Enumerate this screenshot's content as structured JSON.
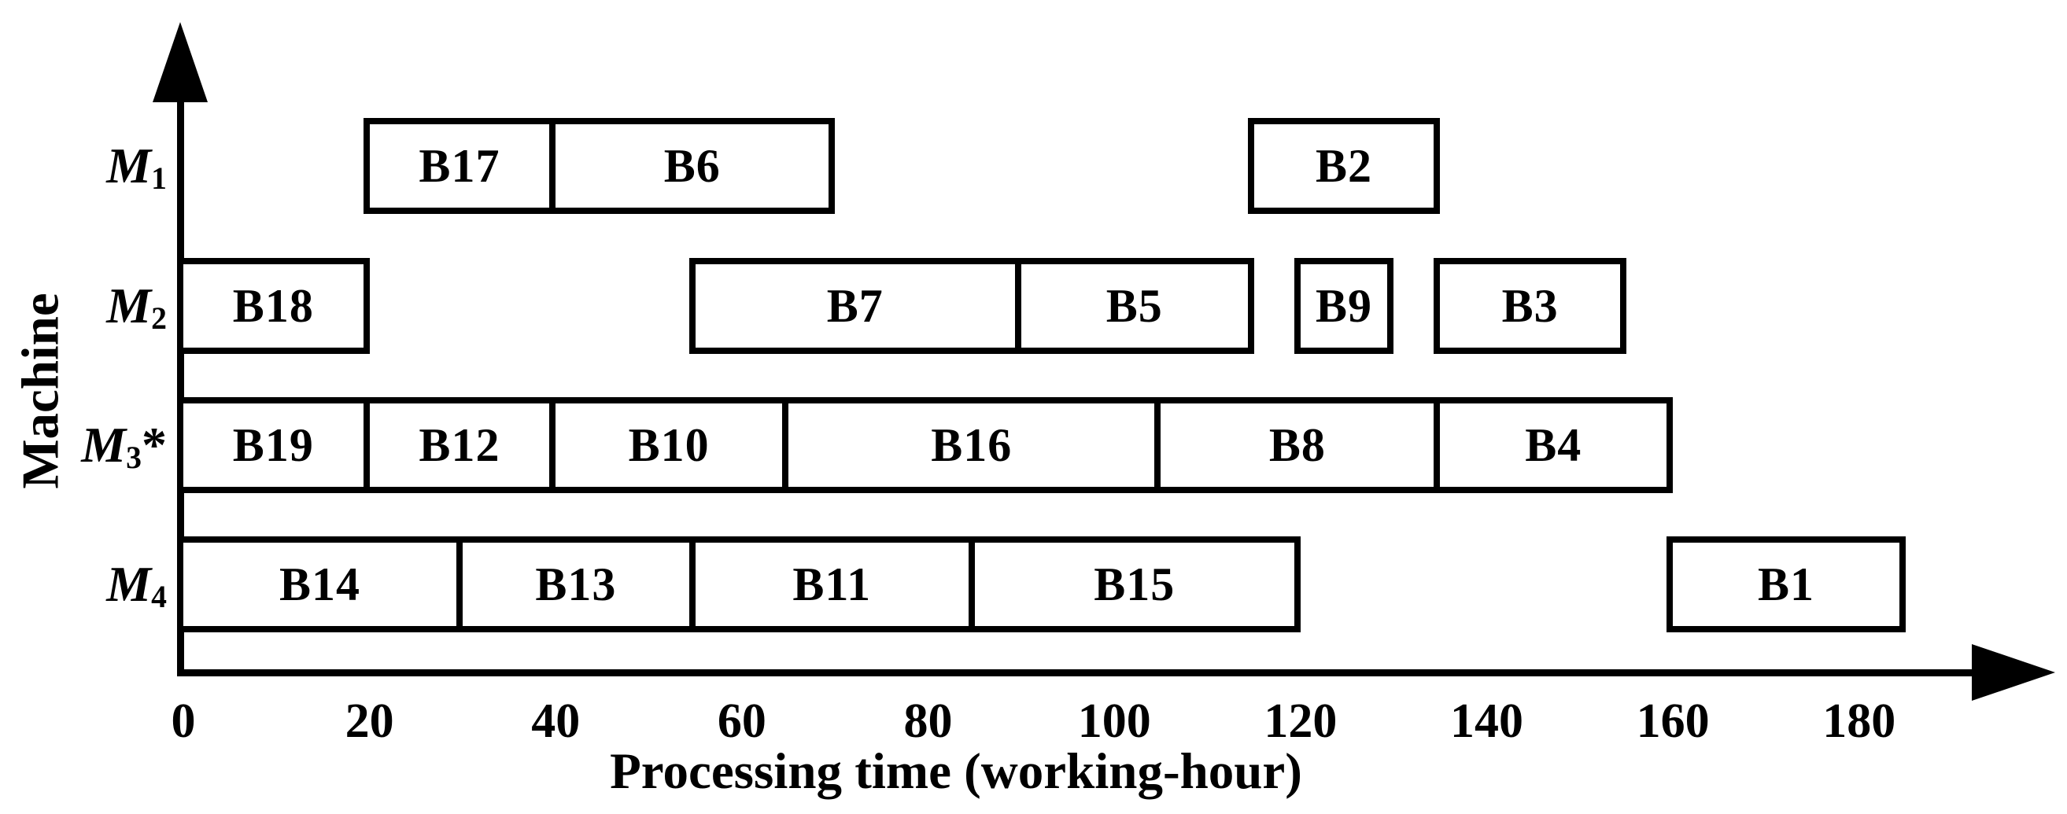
{
  "chart_data": {
    "type": "gantt",
    "title": "",
    "xlabel": "Processing time (working-hour)",
    "ylabel": "Machine",
    "x_ticks": [
      0,
      20,
      40,
      60,
      80,
      100,
      120,
      140,
      160,
      180
    ],
    "xlim": [
      0,
      190
    ],
    "grid": "off",
    "colors": {
      "foreground": "#000000",
      "background": "#ffffff"
    },
    "rows": [
      {
        "machine_base": "M",
        "machine_sub": "1",
        "machine_suffix": "",
        "jobs": [
          {
            "label": "B17",
            "start": 20,
            "end": 40
          },
          {
            "label": "B6",
            "start": 40,
            "end": 70
          },
          {
            "label": "B2",
            "start": 115,
            "end": 135
          }
        ]
      },
      {
        "machine_base": "M",
        "machine_sub": "2",
        "machine_suffix": "",
        "jobs": [
          {
            "label": "B18",
            "start": 0,
            "end": 20
          },
          {
            "label": "B7",
            "start": 55,
            "end": 90
          },
          {
            "label": "B5",
            "start": 90,
            "end": 115
          },
          {
            "label": "B9",
            "start": 120,
            "end": 130
          },
          {
            "label": "B3",
            "start": 135,
            "end": 155
          }
        ]
      },
      {
        "machine_base": "M",
        "machine_sub": "3",
        "machine_suffix": "*",
        "jobs": [
          {
            "label": "B19",
            "start": 0,
            "end": 20
          },
          {
            "label": "B12",
            "start": 20,
            "end": 40
          },
          {
            "label": "B10",
            "start": 40,
            "end": 65
          },
          {
            "label": "B16",
            "start": 65,
            "end": 105
          },
          {
            "label": "B8",
            "start": 105,
            "end": 135
          },
          {
            "label": "B4",
            "start": 135,
            "end": 160
          }
        ]
      },
      {
        "machine_base": "M",
        "machine_sub": "4",
        "machine_suffix": "",
        "jobs": [
          {
            "label": "B14",
            "start": 0,
            "end": 30
          },
          {
            "label": "B13",
            "start": 30,
            "end": 55
          },
          {
            "label": "B11",
            "start": 55,
            "end": 85
          },
          {
            "label": "B15",
            "start": 85,
            "end": 120
          },
          {
            "label": "B1",
            "start": 160,
            "end": 185
          }
        ]
      }
    ]
  }
}
